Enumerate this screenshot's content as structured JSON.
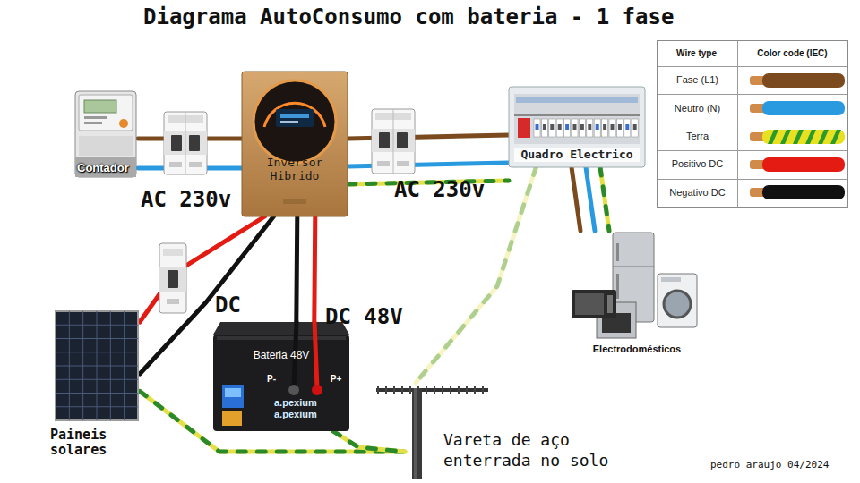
{
  "diagram": {
    "title": "Diagrama AutoConsumo com bateria - 1 fase",
    "nodes": [
      {
        "text": [
          "Contador"
        ]
      },
      {
        "text": [
          "Inversor Hibrido"
        ]
      },
      {
        "text": [
          "Quadro Electrico"
        ]
      },
      {
        "text": [
          "Electrodomésticos"
        ]
      },
      {
        "text": [
          "Paineis solares"
        ]
      },
      {
        "text": [
          "Bateria 48V",
          "P-",
          "P+",
          "a.pexium",
          "a.pexium"
        ]
      },
      {
        "text": [
          "Vareta de aço enterrada no solo"
        ]
      }
    ],
    "edges": [
      {
        "from": 0,
        "to": 1,
        "arrow": "none",
        "label": "AC 230v"
      },
      {
        "from": 1,
        "to": 2,
        "arrow": "none",
        "label": "AC 230v"
      },
      {
        "from": 2,
        "to": 3,
        "arrow": "none"
      },
      {
        "from": 4,
        "to": 1,
        "arrow": "none",
        "label": "DC"
      },
      {
        "from": 5,
        "to": 1,
        "arrow": "none",
        "label": "DC 48V"
      },
      {
        "from": 4,
        "to": 6,
        "arrow": "none"
      },
      {
        "from": 5,
        "to": 6,
        "arrow": "none"
      },
      {
        "from": 2,
        "to": 6,
        "arrow": "none"
      }
    ],
    "labels": [
      "Wire type",
      "Color code (IEC)",
      "pedro araujo 04/2024"
    ],
    "legend": [
      {
        "text": "Fase (L1)",
        "color": "#7b4a1f"
      },
      {
        "text": "Neutro (N)",
        "color": "#2a9ae0"
      },
      {
        "text": "Terra"
      },
      {
        "text": "Positivo DC",
        "color": "#e41b13"
      },
      {
        "text": "Negativo DC",
        "color": "#111111"
      }
    ]
  }
}
